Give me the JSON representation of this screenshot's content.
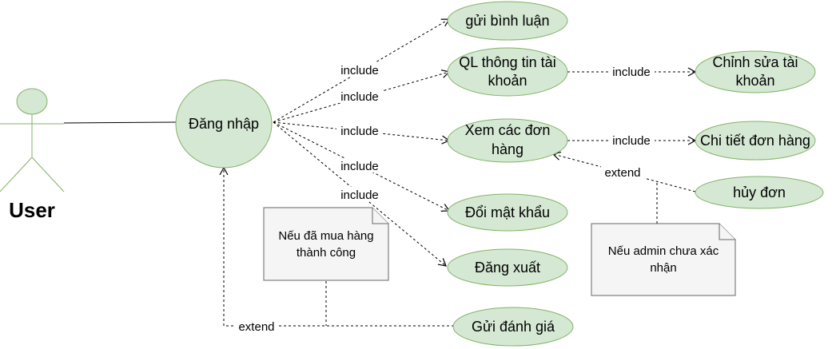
{
  "actor": {
    "name": "User"
  },
  "usecases": {
    "login": "Đăng nhập",
    "comment": "gửi bình luận",
    "account": [
      "QL thông tin tài",
      "khoản"
    ],
    "edit_account": [
      "Chỉnh sửa tài",
      "khoản"
    ],
    "orders": [
      "Xem các đơn",
      "hàng"
    ],
    "order_detail": "Chi tiết đơn hàng",
    "cancel_order": "hủy đơn",
    "change_password": "Đổi mật khẩu",
    "logout": "Đăng xuất",
    "review": "Gửi đánh giá"
  },
  "relations": {
    "include": "include",
    "extend": "extend"
  },
  "notes": {
    "purchase": [
      "Nếu đã mua hàng",
      "thành công"
    ],
    "admin": [
      "Nếu admin chưa xác",
      "nhận"
    ]
  },
  "colors": {
    "usecase_fill": "#d5e8d4",
    "usecase_stroke": "#82b366",
    "note_fill": "#f5f5f5",
    "note_stroke": "#666666"
  }
}
